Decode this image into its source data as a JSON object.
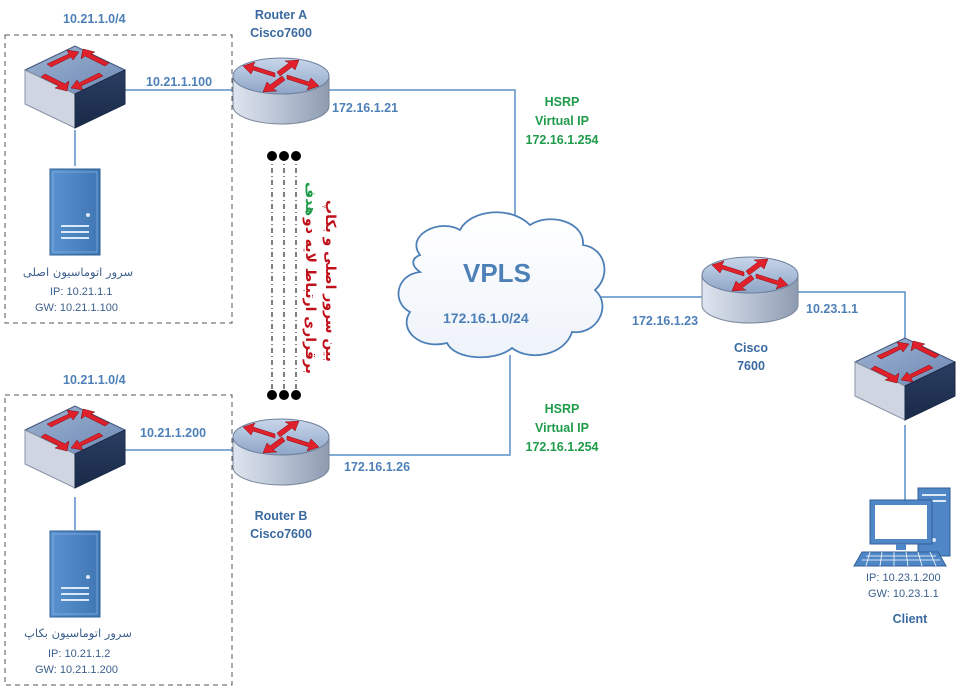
{
  "top_site": {
    "subnet": "10.21.1.0/4",
    "link_ip": "10.21.1.100",
    "server_name": "سرور اتوماسیون  اصلی",
    "server_ip": "IP: 10.21.1.1",
    "server_gw": "GW:  10.21.1.100"
  },
  "bottom_site": {
    "subnet": "10.21.1.0/4",
    "link_ip": "10.21.1.200",
    "server_name": "سرور اتوماسیون  بکاپ",
    "server_ip": "IP: 10.21.1.2",
    "server_gw": "GW:  10.21.1.200"
  },
  "router_a": {
    "name": "Router A",
    "model": "Cisco7600",
    "wan_ip": "172.16.1.21"
  },
  "router_b": {
    "name": "Router B",
    "model": "Cisco7600",
    "wan_ip": "172.16.1.26"
  },
  "hsrp_top": {
    "line1": "HSRP",
    "line2": "Virtual IP",
    "line3": "172.16.1.254"
  },
  "hsrp_bottom": {
    "line1": "HSRP",
    "line2": "Virtual IP",
    "line3": "172.16.1.254"
  },
  "vpls": {
    "title": "VPLS",
    "subnet": "172.16.1.0/24"
  },
  "router_c": {
    "line1": "Cisco",
    "line2": "7600",
    "wan_ip": "172.16.1.23",
    "lan_ip": "10.23.1.1"
  },
  "client": {
    "ip": "IP: 10.23.1.200",
    "gw": "GW:  10.23.1.1",
    "name": "Client"
  },
  "goal_note": {
    "head": "هدف",
    "line1": "برقراری ارتباط لایه دو",
    "line2": "بین سرور اصلی و بکاپ"
  },
  "colors": {
    "link": "#5b8fc7",
    "router_body": "#8fa6c8",
    "router_arrow": "#e0202a",
    "label_blue": "#4e80b8",
    "label_green": "#1f9b4a",
    "label_red": "#c0101a",
    "server": "#4f86c6"
  }
}
